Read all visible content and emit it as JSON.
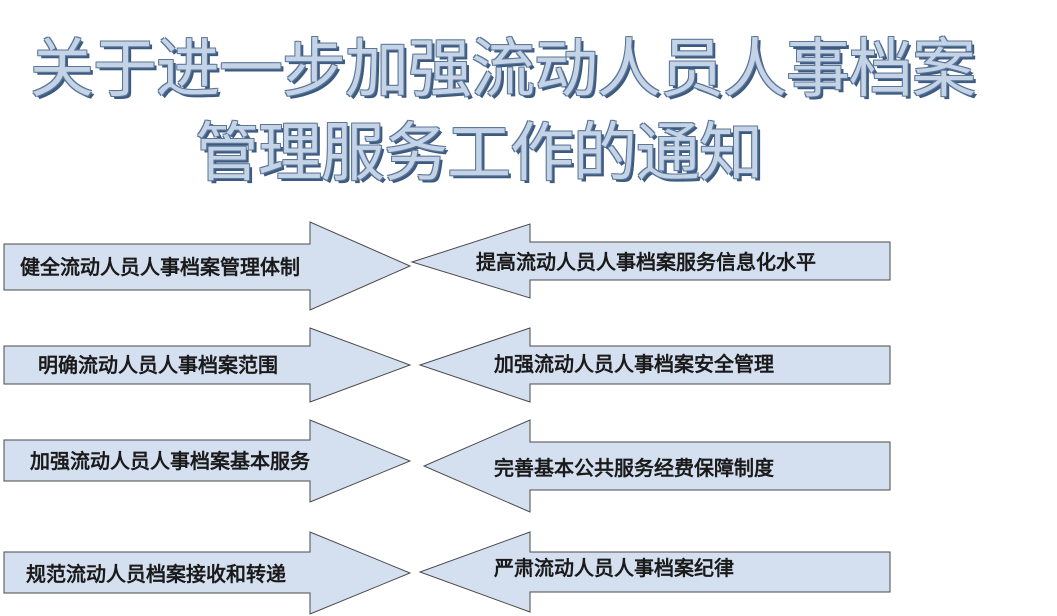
{
  "title": {
    "line1": "关于进一步加强流动人员人事档案",
    "line2": "管理服务工作的通知"
  },
  "left_items": [
    "健全流动人员人事档案管理体制",
    "明确流动人员人事档案范围",
    "加强流动人员人事档案基本服务",
    "规范流动人员档案接收和转递"
  ],
  "right_items": [
    "提高流动人员人事档案服务信息化水平",
    "加强流动人员人事档案安全管理",
    "完善基本公共服务经费保障制度",
    "严肃流动人员人事档案纪律"
  ],
  "colors": {
    "arrow_fill": "#d4dff0",
    "arrow_stroke": "#4a4a4a",
    "title_fill": "#c5d3e6",
    "title_outline": "#5a7699"
  }
}
